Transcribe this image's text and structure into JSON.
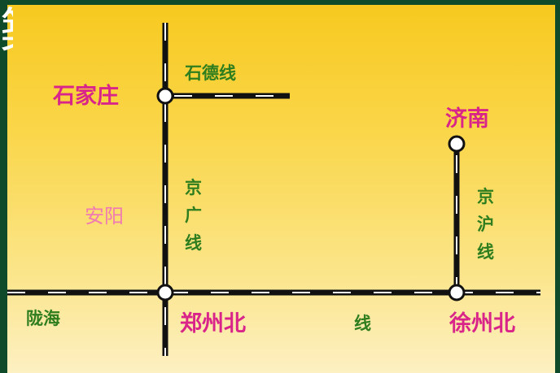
{
  "cities": {
    "shijiazhuang": "石家庄",
    "jinan": "济南",
    "zhengzhou_north": "郑州北",
    "xuzhou_north": "徐州北",
    "anyang": "安阳"
  },
  "lines": {
    "shide": "石德线",
    "jingguang": [
      "京",
      "广",
      "线"
    ],
    "jinghu": [
      "京",
      "沪",
      "线"
    ],
    "longhai_part1": "陇海",
    "longhai_part2": "线"
  },
  "corner_glyph": "築",
  "colors": {
    "rail": "#111111",
    "rail_dash": "#ffffff",
    "city_label": "#d9248a",
    "line_label": "#2e7d1e",
    "anyang_label": "#f07ab2",
    "station_fill": "#ffffff",
    "station_ring": "#111111",
    "frame": "#0f4a2a"
  }
}
